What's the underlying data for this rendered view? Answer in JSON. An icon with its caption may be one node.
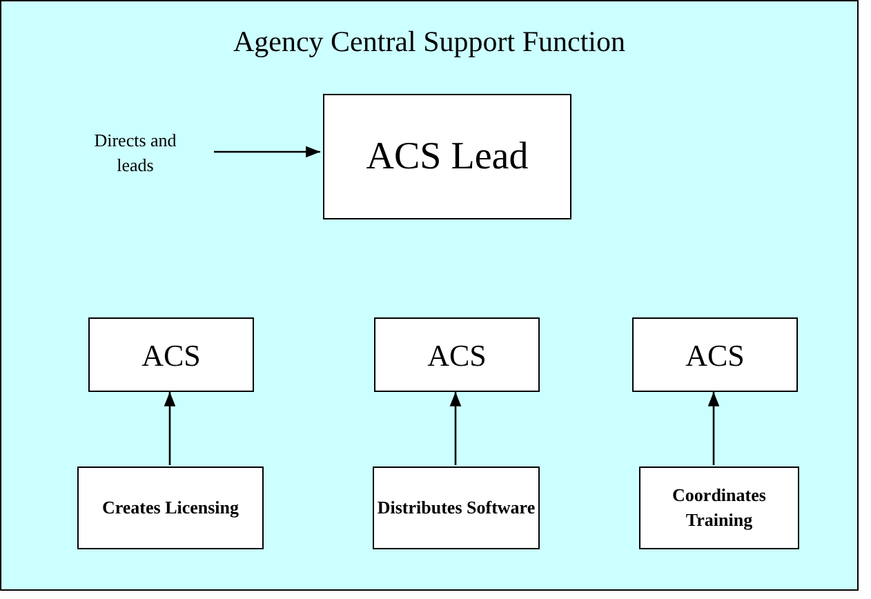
{
  "diagram": {
    "nodes": [
      {
        "text": [
          "Agency Central Support Function"
        ]
      },
      {
        "text": [
          "Directs and leads"
        ],
        "in": 0
      },
      {
        "text": [
          "ACS Lead"
        ],
        "in": 0
      },
      {
        "text": [
          "ACS"
        ],
        "in": 0
      },
      {
        "text": [
          "ACS"
        ],
        "in": 0
      },
      {
        "text": [
          "ACS"
        ],
        "in": 0
      },
      {
        "text": [
          "Creates Licensing"
        ],
        "in": 0
      },
      {
        "text": [
          "Distributes Software"
        ],
        "in": 0
      },
      {
        "text": [
          "Coordinates Training"
        ],
        "in": 0
      }
    ],
    "edges": [
      {
        "from": 1,
        "to": 2,
        "arrow": "to"
      },
      {
        "from": 6,
        "to": 3,
        "arrow": "to"
      },
      {
        "from": 7,
        "to": 4,
        "arrow": "to"
      },
      {
        "from": 8,
        "to": 5,
        "arrow": "to"
      }
    ]
  }
}
